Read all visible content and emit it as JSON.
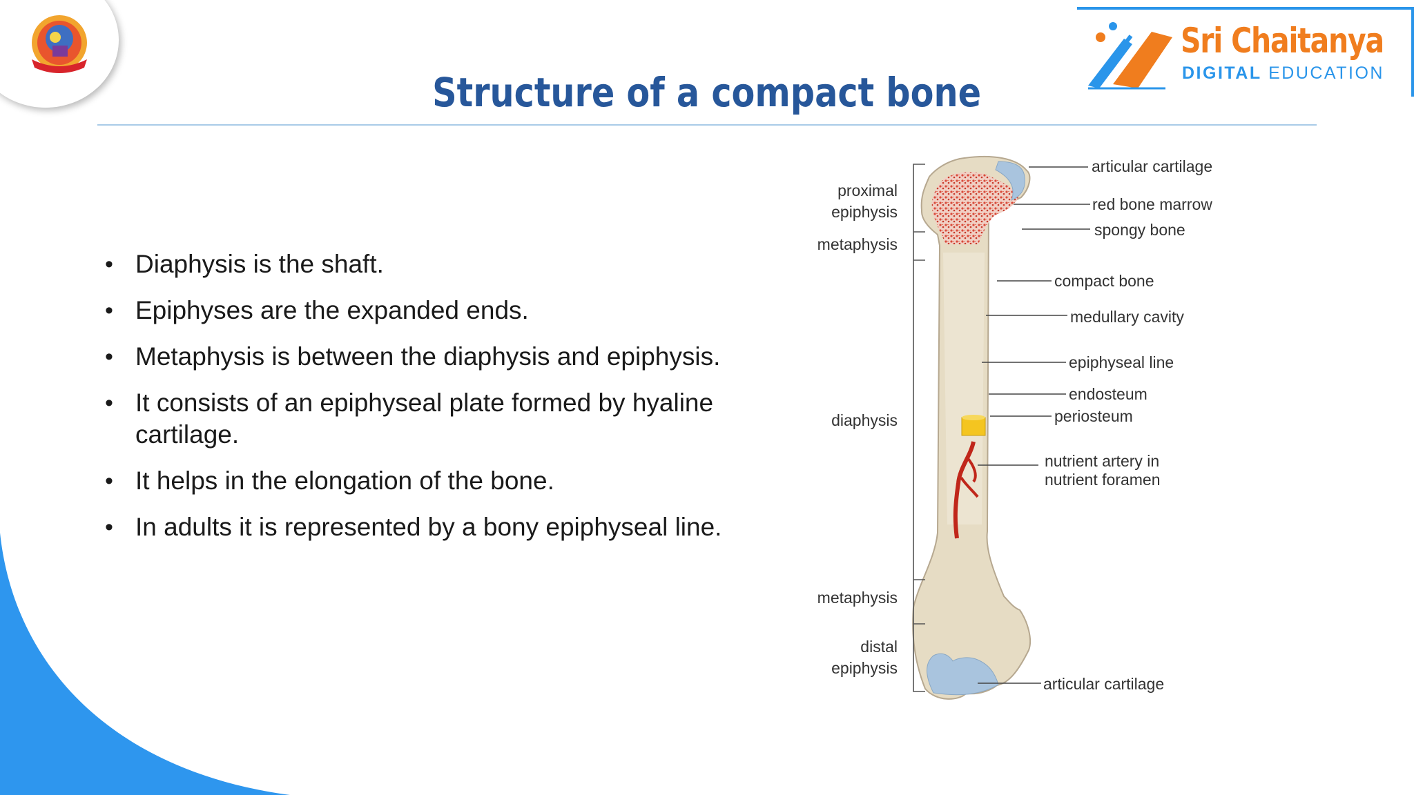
{
  "title": "Structure of a compact bone",
  "brand": {
    "name": "Sri Chaitanya",
    "sub_bold": "DIGITAL",
    "sub_rest": "EDUCATION",
    "orange": "#f07d1e",
    "blue": "#2a95ea"
  },
  "bullets": [
    "Diaphysis is the shaft.",
    "Epiphyses are the expanded ends.",
    "Metaphysis is between the diaphysis and epiphysis.",
    "It consists of an epiphyseal plate formed by hyaline cartilage.",
    "It helps in the elongation of the bone.",
    "In adults it is represented by a bony epiphyseal line."
  ],
  "diagram": {
    "left_labels": {
      "proximal_1": "proximal",
      "proximal_2": "epiphysis",
      "metaphysis_top": "metaphysis",
      "diaphysis": "diaphysis",
      "metaphysis_bottom": "metaphysis",
      "distal_1": "distal",
      "distal_2": "epiphysis"
    },
    "right_labels": {
      "articular_top": "articular cartilage",
      "red_marrow": "red bone marrow",
      "spongy": "spongy bone",
      "compact": "compact bone",
      "medullary": "medullary cavity",
      "epiphyseal_line": "epiphyseal line",
      "endosteum": "endosteum",
      "periosteum": "periosteum",
      "nutrient_1": "nutrient artery in",
      "nutrient_2": "nutrient foramen",
      "articular_bottom": "articular cartilage"
    }
  },
  "colors": {
    "title": "#27579a",
    "accent_blue": "#2a95ea",
    "bone": "#e6dcc4",
    "marrow": "#d94a3a",
    "cartilage": "#a9c4de"
  }
}
